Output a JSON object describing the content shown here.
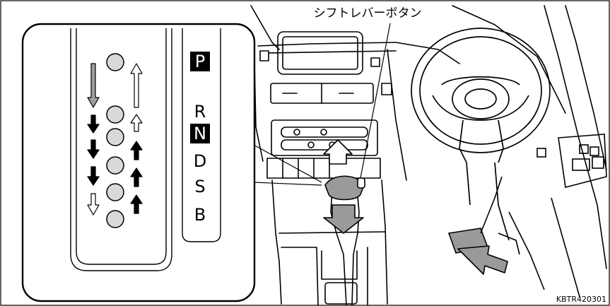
{
  "callout": {
    "button_label": "シフトレバーボタン"
  },
  "gear_positions": [
    "P",
    "R",
    "N",
    "D",
    "S",
    "B"
  ],
  "highlighted_positions": [
    "P",
    "N"
  ],
  "figure_code": "KBTR420301",
  "colors": {
    "line": "#000000",
    "highlight_fill": "#000000",
    "dot_fill": "#d9d9d9",
    "gray_arrow": "#9e9e9e"
  }
}
